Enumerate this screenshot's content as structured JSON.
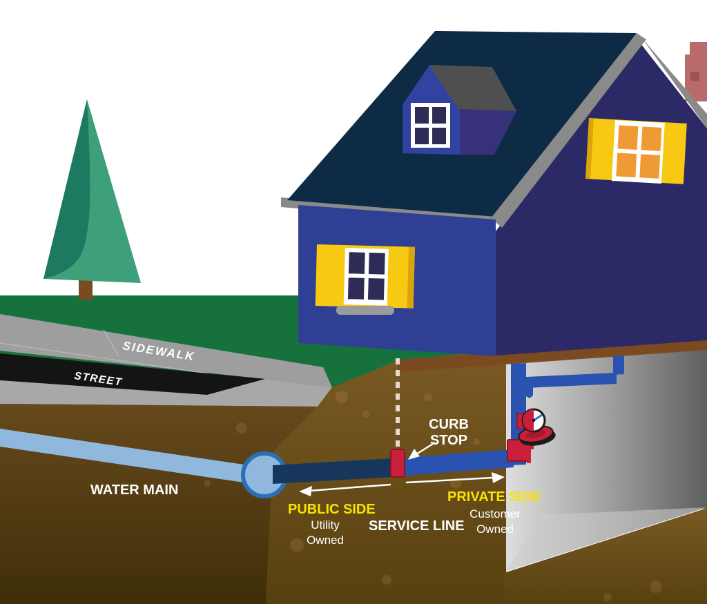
{
  "diagram": {
    "type": "water-service-line-cross-section",
    "components": [
      "house",
      "tree",
      "grass",
      "sidewalk",
      "street",
      "soil",
      "water-main",
      "service-line-public",
      "curb-stop",
      "service-line-private",
      "shutoff-valve",
      "water-meter",
      "basement"
    ]
  },
  "labels": {
    "sidewalk": "SIDEWALK",
    "street": "STREET",
    "water_main": "WATER MAIN",
    "curb_stop_line1": "CURB",
    "curb_stop_line2": "STOP",
    "public_side": "PUBLIC SIDE",
    "public_owner_line1": "Utility",
    "public_owner_line2": "Owned",
    "service_line": "SERVICE LINE",
    "private_side": "PRIVATE SIDE",
    "private_owner_line1": "Customer",
    "private_owner_line2": "Owned"
  },
  "colors": {
    "sky": "#ffffff",
    "grass": "#17713c",
    "tree_light": "#3da07b",
    "tree_dark": "#1d7a60",
    "trunk": "#7a4a21",
    "sidewalk": "#9e9e9e",
    "street": "#141414",
    "curb": "#a8a8a8",
    "soil_main": "#7a5a24",
    "soil_dark": "#57400f",
    "water_main_pipe": "#8fb8dc",
    "water_main_ring": "#2a70b8",
    "service_public": "#16365c",
    "service_private": "#2a52b0",
    "valve_red": "#c8203a",
    "valve_dark_red": "#8e1624",
    "meter_needle": "#2277cc",
    "dashed_property_line": "#ead9d0",
    "roof": "#0e2b45",
    "roof_trim": "#8a8a8a",
    "wall_front": "#2e3f94",
    "wall_gable": "#2b2a66",
    "dormer_roof": "#4f4f4f",
    "shutter_yellow": "#f8c913",
    "pane_navy": "#2e2b56",
    "pane_orange": "#f09a33",
    "chimney": "#b96a6a",
    "label_yellow": "#f8e400",
    "label_white": "#ffffff"
  }
}
